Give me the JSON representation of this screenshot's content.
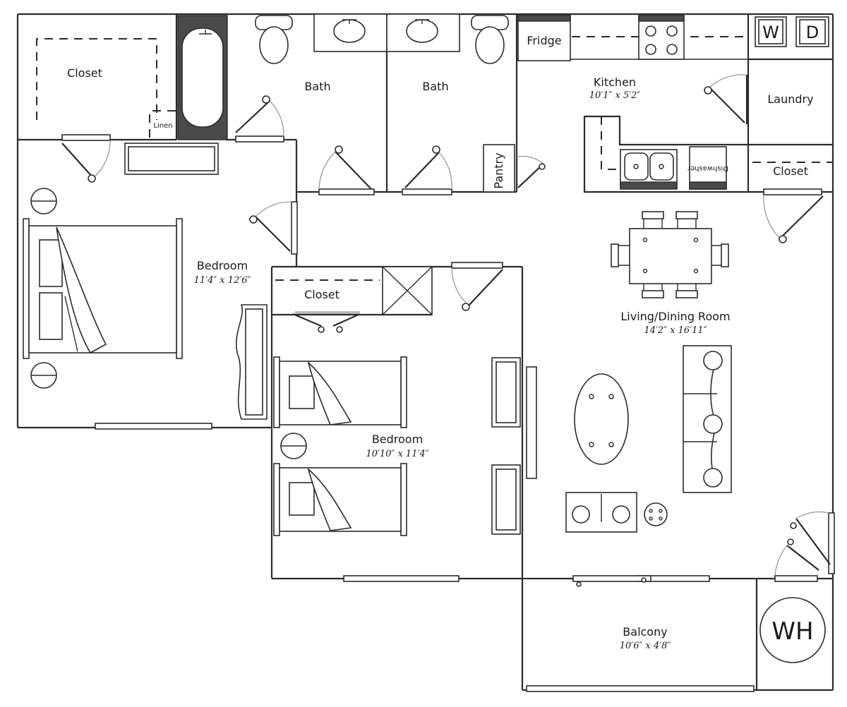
{
  "rooms": {
    "closet_master": {
      "name": "Closet"
    },
    "linen": {
      "name": "Linen"
    },
    "bath_1": {
      "name": "Bath"
    },
    "bath_2": {
      "name": "Bath"
    },
    "kitchen": {
      "name": "Kitchen",
      "dimensions": "10′1″ x 5′2″"
    },
    "laundry": {
      "name": "Laundry"
    },
    "pantry": {
      "name": "Pantry"
    },
    "closet_hall": {
      "name": "Closet"
    },
    "bedroom_master": {
      "name": "Bedroom",
      "dimensions": "11′4″ x 12′6″"
    },
    "closet_bedroom2": {
      "name": "Closet"
    },
    "bedroom_2": {
      "name": "Bedroom",
      "dimensions": "10′10″ x 11′4″"
    },
    "living_dining": {
      "name": "Living/Dining Room",
      "dimensions": "14′2″ x 16′11″"
    },
    "balcony": {
      "name": "Balcony",
      "dimensions": "10′6″ x 4′8″"
    }
  },
  "appliances": {
    "fridge": "Fridge",
    "dishwasher": "Dishwasher",
    "washer": "W",
    "dryer": "D",
    "water_heater": "WH"
  }
}
